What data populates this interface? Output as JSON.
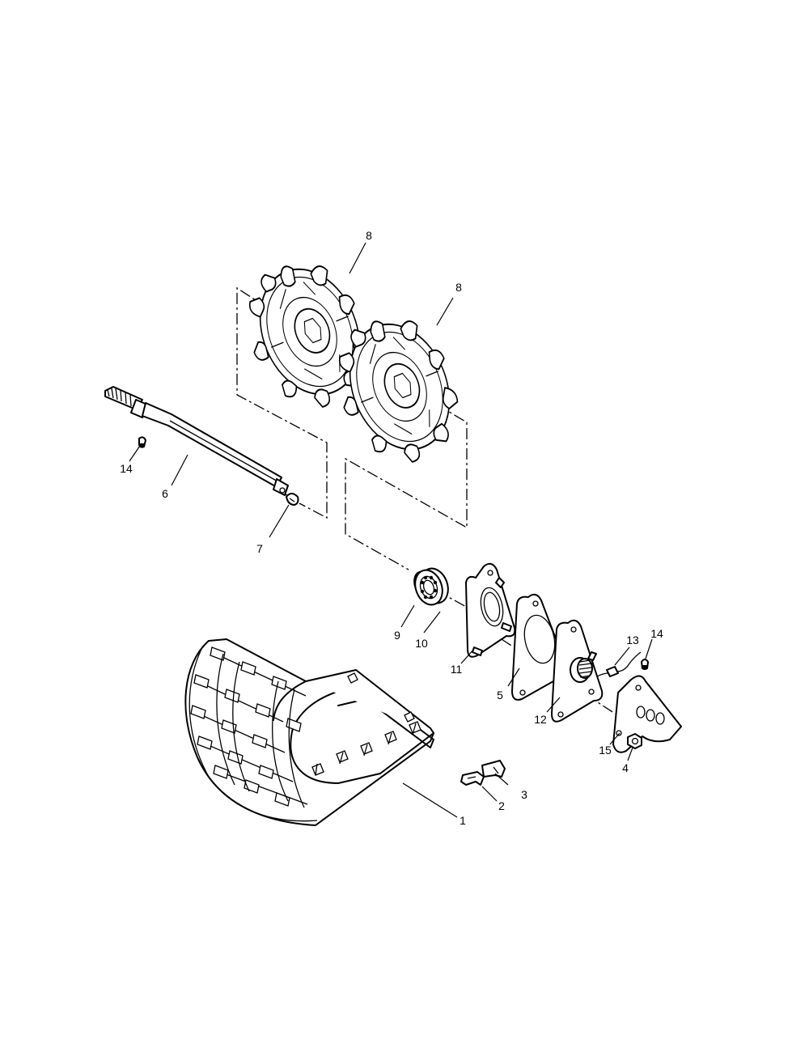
{
  "callouts": [
    {
      "id": "c1",
      "text": "1"
    },
    {
      "id": "c2",
      "text": "2"
    },
    {
      "id": "c3",
      "text": "3"
    },
    {
      "id": "c4",
      "text": "4"
    },
    {
      "id": "c5",
      "text": "5"
    },
    {
      "id": "c6",
      "text": "6"
    },
    {
      "id": "c7",
      "text": "7"
    },
    {
      "id": "c8a",
      "text": "8"
    },
    {
      "id": "c8b",
      "text": "8"
    },
    {
      "id": "c9",
      "text": "9"
    },
    {
      "id": "c10",
      "text": "10"
    },
    {
      "id": "c11",
      "text": "11"
    },
    {
      "id": "c12",
      "text": "12"
    },
    {
      "id": "c13",
      "text": "13"
    },
    {
      "id": "c14a",
      "text": "14"
    },
    {
      "id": "c14b",
      "text": "14"
    },
    {
      "id": "c15",
      "text": "15"
    }
  ]
}
